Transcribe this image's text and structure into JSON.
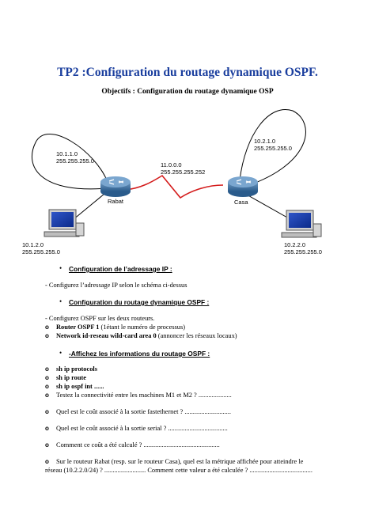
{
  "title": "TP2 :Configuration du routage dynamique OSPF.",
  "objectives": "Objectifs : Configuration du routage dynamique OSP",
  "diagram": {
    "rabat_net1": [
      "10.1.1.0",
      "255.255.255.0"
    ],
    "rabat_net2": [
      "10.1.2.0",
      "255.255.255.0"
    ],
    "serial_net": [
      "11.0.0.0",
      "255.255.255.252"
    ],
    "casa_net1": [
      "10.2.1.0",
      "255.255.255.0"
    ],
    "casa_net2": [
      "10.2.2.0",
      "255.255.255.0"
    ],
    "router_left": "Rabat",
    "router_right": "Casa"
  },
  "section1": {
    "heading": "Configuration de l’adressage IP :",
    "text": "- Configurez l’adressage IP selon le schéma ci-dessus"
  },
  "section2": {
    "heading": "Configuration du routage dynamique OSPF :",
    "intro": "- Configurez OSPF sur les deux routeurs.",
    "items": [
      {
        "marker": "o",
        "bold": "Router OSPF 1",
        "rest": " (1étant le numéro de processus)"
      },
      {
        "marker": "o",
        "bold": "Network id-reseau wild-card area 0",
        "rest": " (annoncer les réseaux locaux)"
      }
    ]
  },
  "section3": {
    "heading": "-Affichez les informations du routage OSPF :",
    "items": [
      {
        "marker": "o",
        "bold": "sh ip protocols",
        "rest": ""
      },
      {
        "marker": "o",
        "bold": "sh ip route",
        "rest": ""
      },
      {
        "marker": "o",
        "bold": "sh ip ospf int ......",
        "rest": ""
      },
      {
        "marker": "o",
        "bold": "",
        "rest": "Testez la connectivité entre les machines M1 et M2 ? ...................."
      }
    ],
    "q1": "Quel est le coût associé à la sortie fastethernet ? ............................",
    "q2": "Quel est le coût associé à la sortie serial ? ....................................",
    "q3": "Comment ce coût a été calculé ? ..............................................",
    "q4_line1": "Sur le routeur Rabat (resp. sur le routeur Casa), quel est la métrique affichée pour atteindre le",
    "q4_line2": "réseau  (10.2.2.0/24) ? ......................... Comment cette valeur a été calculée ? ......................................",
    "marker": "o"
  }
}
